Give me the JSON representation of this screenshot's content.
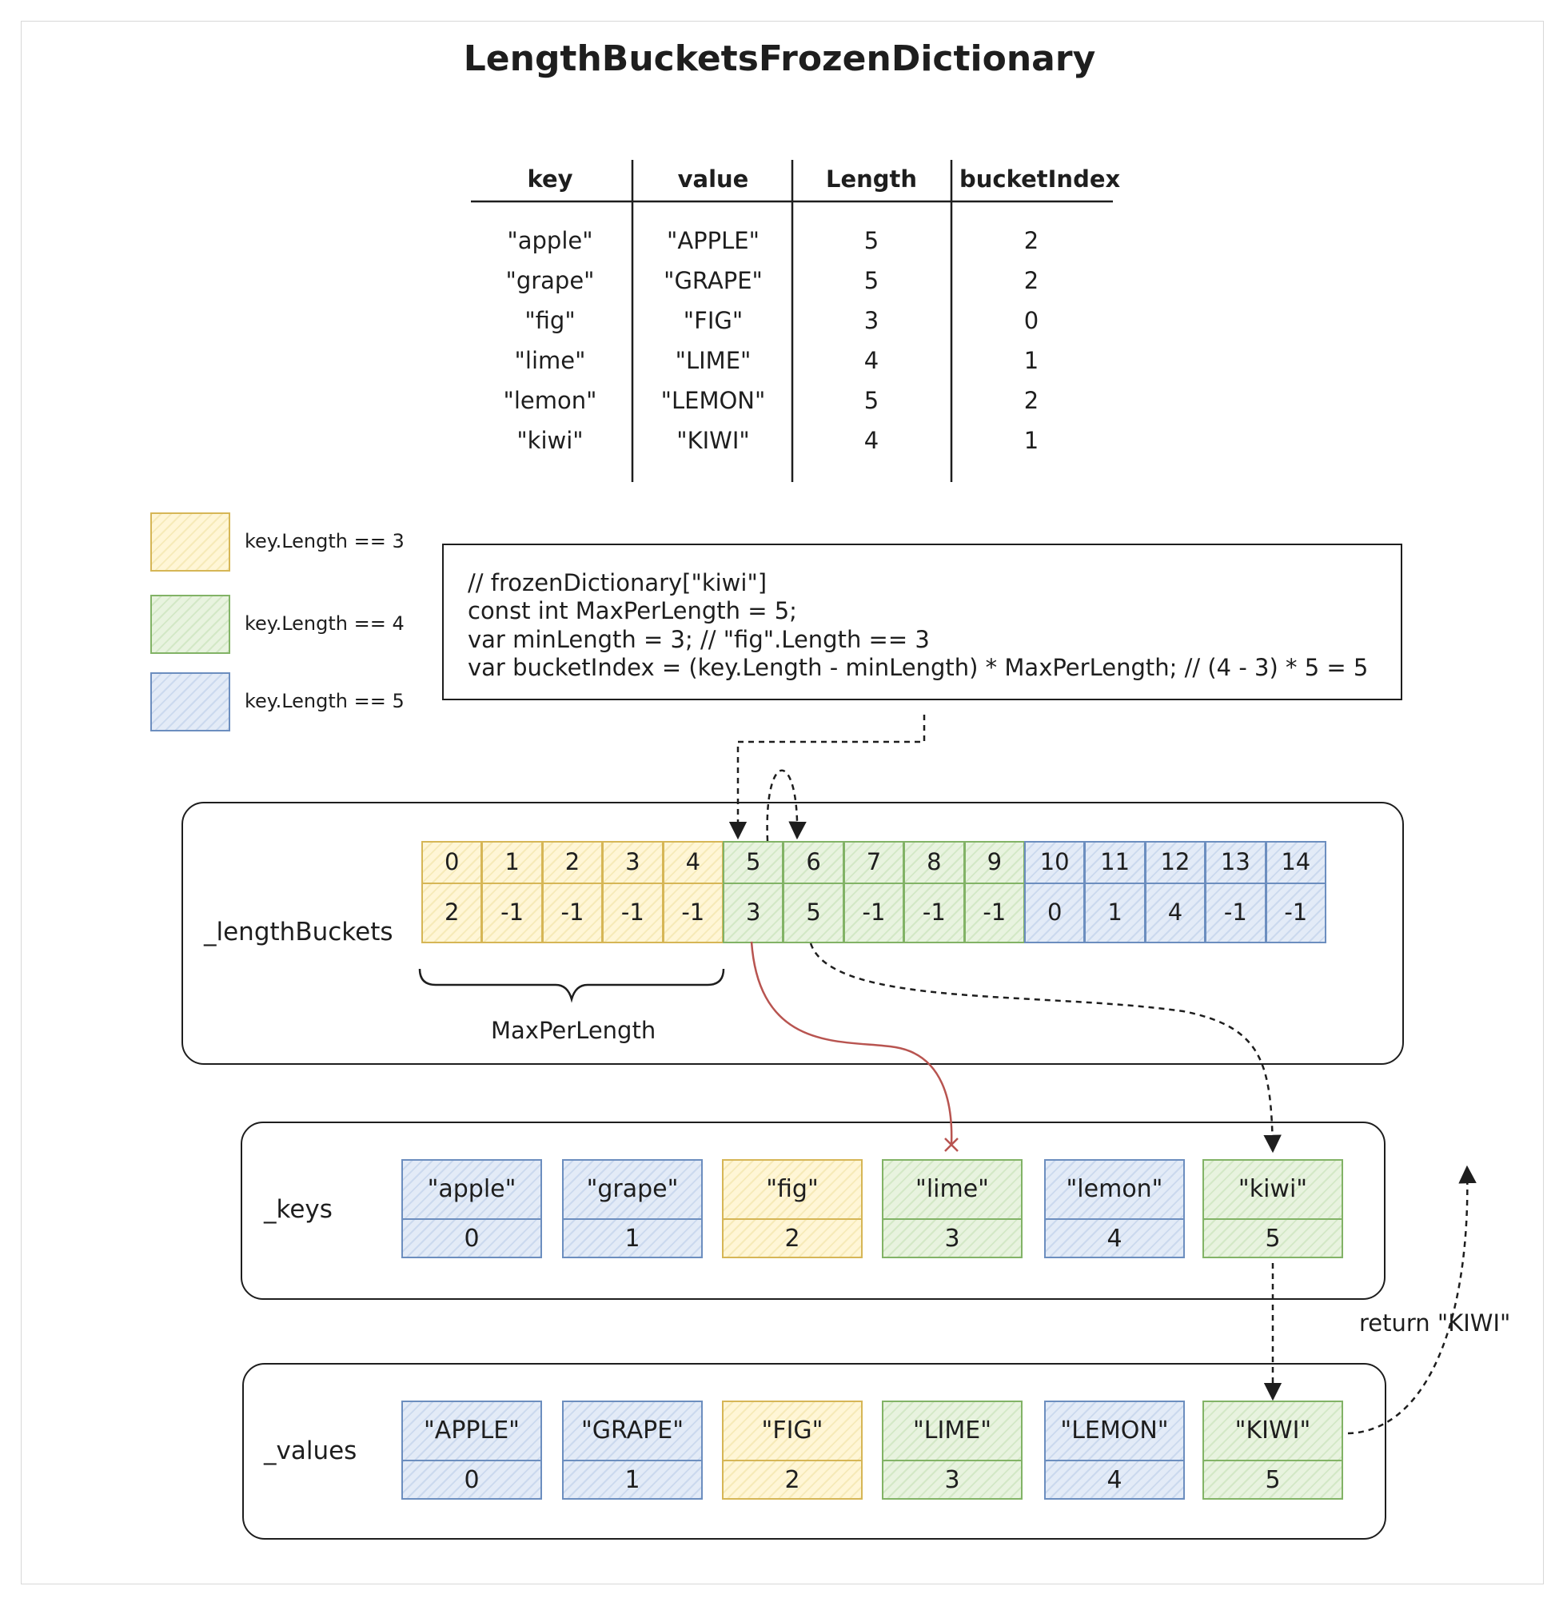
{
  "title": "LengthBucketsFrozenDictionary",
  "table": {
    "headers": [
      "key",
      "value",
      "Length",
      "bucketIndex"
    ],
    "rows": [
      [
        "\"apple\"",
        "\"APPLE\"",
        "5",
        "2"
      ],
      [
        "\"grape\"",
        "\"GRAPE\"",
        "5",
        "2"
      ],
      [
        "\"fig\"",
        "\"FIG\"",
        "3",
        "0"
      ],
      [
        "\"lime\"",
        "\"LIME\"",
        "4",
        "1"
      ],
      [
        "\"lemon\"",
        "\"LEMON\"",
        "5",
        "2"
      ],
      [
        "\"kiwi\"",
        "\"KIWI\"",
        "4",
        "1"
      ]
    ]
  },
  "legend": [
    {
      "label": "key.Length == 3",
      "color": "#d6b656"
    },
    {
      "label": "key.Length == 4",
      "color": "#82b366"
    },
    {
      "label": "key.Length == 5",
      "color": "#6c8ebf"
    }
  ],
  "code": [
    "// frozenDictionary[\"kiwi\"]",
    "const int MaxPerLength = 5;",
    "var minLength = 3; // \"fig\".Length == 3",
    "var bucketIndex = (key.Length - minLength) * MaxPerLength; // (4 - 3) * 5 = 5"
  ],
  "length_buckets": {
    "label": "_lengthBuckets",
    "indices": [
      "0",
      "1",
      "2",
      "3",
      "4",
      "5",
      "6",
      "7",
      "8",
      "9",
      "10",
      "11",
      "12",
      "13",
      "14"
    ],
    "values": [
      "2",
      "-1",
      "-1",
      "-1",
      "-1",
      "3",
      "5",
      "-1",
      "-1",
      "-1",
      "0",
      "1",
      "4",
      "-1",
      "-1"
    ],
    "colors": [
      "y",
      "y",
      "y",
      "y",
      "y",
      "g",
      "g",
      "g",
      "g",
      "g",
      "b",
      "b",
      "b",
      "b",
      "b"
    ],
    "brace_label": "MaxPerLength"
  },
  "keys": {
    "label": "_keys",
    "items": [
      "\"apple\"",
      "\"grape\"",
      "\"fig\"",
      "\"lime\"",
      "\"lemon\"",
      "\"kiwi\""
    ],
    "indices": [
      "0",
      "1",
      "2",
      "3",
      "4",
      "5"
    ],
    "colors": [
      "b",
      "b",
      "y",
      "g",
      "b",
      "g"
    ]
  },
  "values": {
    "label": "_values",
    "items": [
      "\"APPLE\"",
      "\"GRAPE\"",
      "\"FIG\"",
      "\"LIME\"",
      "\"LEMON\"",
      "\"KIWI\""
    ],
    "indices": [
      "0",
      "1",
      "2",
      "3",
      "4",
      "5"
    ],
    "colors": [
      "b",
      "b",
      "y",
      "g",
      "b",
      "g"
    ]
  },
  "return_label": "return \"KIWI\"",
  "colors": {
    "yellow": "#d6b656",
    "green": "#82b366",
    "blue": "#6c8ebf",
    "miss": "#b85450"
  }
}
